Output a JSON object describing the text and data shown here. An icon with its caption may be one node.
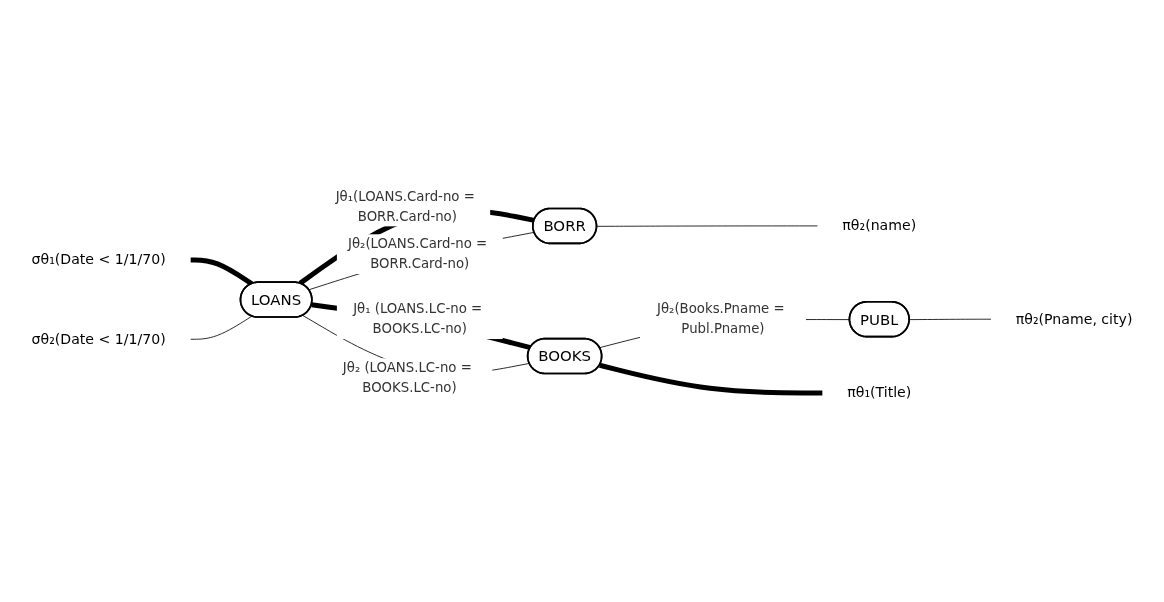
{
  "diagram": {
    "nodes": [
      {
        "text": [
          "σθ₂(Date < 1/1/70)"
        ]
      },
      {
        "text": [
          "σθ₁(Date < 1/1/70)"
        ]
      },
      {
        "text": [
          "LOANS"
        ]
      },
      {
        "text": [
          "BORR"
        ]
      },
      {
        "text": [
          "πθ₂(name)"
        ]
      },
      {
        "text": [
          "BOOKS"
        ]
      },
      {
        "text": [
          "PUBL"
        ]
      },
      {
        "text": [
          "πθ₂(Pname, city)"
        ]
      },
      {
        "text": [
          "πθ₁(Title)"
        ]
      }
    ],
    "edges": [
      {
        "from": 1,
        "to": 2,
        "arrow": "none",
        "style": "thick"
      },
      {
        "from": 0,
        "to": 2,
        "arrow": "none"
      },
      {
        "from": 2,
        "to": 3,
        "arrow": "none",
        "style": "thick",
        "label": "Jθ₁(LOANS.Card-no = BORR.Card-no)"
      },
      {
        "from": 2,
        "to": 3,
        "arrow": "none",
        "label": "Jθ₂(LOANS.Card-no = BORR.Card-no)"
      },
      {
        "from": 3,
        "to": 4,
        "arrow": "none"
      },
      {
        "from": 2,
        "to": 5,
        "arrow": "none",
        "style": "thick",
        "label": "Jθ₁ (LOANS.LC-no = BOOKS.LC-no)"
      },
      {
        "from": 2,
        "to": 5,
        "arrow": "none",
        "label": "Jθ₂ (LOANS.LC-no = BOOKS.LC-no)"
      },
      {
        "from": 5,
        "to": 6,
        "arrow": "none",
        "label": "Jθ₂(Books.Pname = Publ.Pname)"
      },
      {
        "from": 6,
        "to": 7,
        "arrow": "none"
      },
      {
        "from": 5,
        "to": 8,
        "arrow": "none",
        "style": "thick"
      }
    ]
  }
}
